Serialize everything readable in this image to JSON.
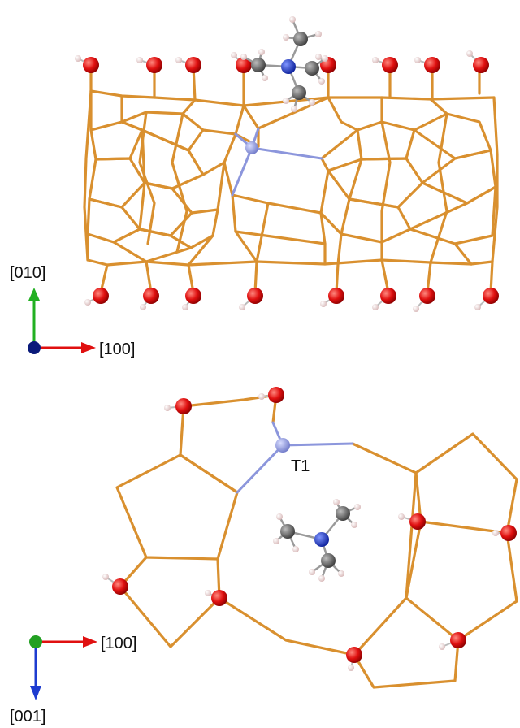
{
  "top_panel": {
    "axis_up_label": "[010]",
    "axis_right_label": "[100]"
  },
  "bottom_panel": {
    "site_label": "T1",
    "axis_right_label": "[100]",
    "axis_down_label": "[001]"
  },
  "colors": {
    "framework_bond": "#D9902F",
    "heteroatom": "#8C96DC",
    "oxygen": "#E01010",
    "hydrogen": "#F2D4D4",
    "carbon": "#707070",
    "nitrogen": "#1F3BD8",
    "axis_x": "#E01010",
    "axis_y": "#22B022",
    "axis_z": "#1E3CD0"
  }
}
